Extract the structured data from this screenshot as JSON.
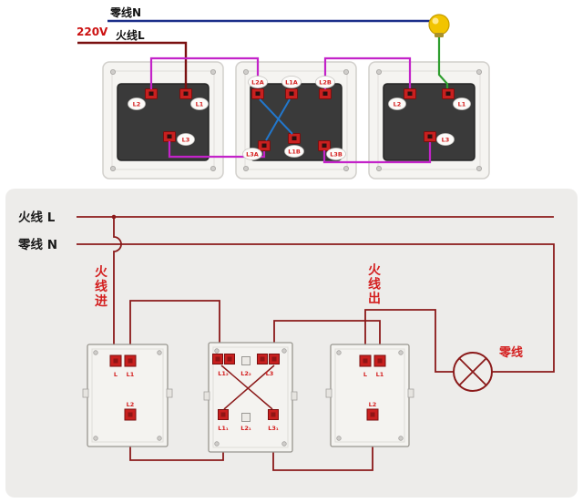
{
  "top_diagram": {
    "neutral_label": "零线N",
    "voltage_label": "220V",
    "live_label": "火线L",
    "switch1": {
      "l2": "L2",
      "l1": "L1",
      "l3": "L3"
    },
    "switch2": {
      "l2a": "L2A",
      "l1a": "L1A",
      "l2b": "L2B",
      "l3a": "L3A",
      "l1b": "L1B",
      "l3b": "L3B"
    },
    "switch3": {
      "l2": "L2",
      "l1": "L1",
      "l3": "L3"
    }
  },
  "bottom_diagram": {
    "live_bus_label": "火线 L",
    "neutral_bus_label": "零线 N",
    "live_in_label": "火线进",
    "live_out_label": "火线出",
    "lamp_wire_label": "零线",
    "switch_left": {
      "l": "L",
      "l1": "L1",
      "l2": "L2"
    },
    "switch_mid": {
      "top1": "L1₂",
      "top2": "L2₂",
      "top3": "L3",
      "bot1": "L1₁",
      "bot2": "L2₁",
      "bot3": "L3₁"
    },
    "switch_right": {
      "l": "L",
      "l1": "L1",
      "l2": "L2"
    }
  },
  "colors": {
    "neutral_wire_blue": "#1c2f8a",
    "live_wire_dark_red": "#7a1010",
    "traveler_wire_magenta": "#c323c9",
    "crossover_wire_blue": "#2277cc",
    "bulb_wire_green": "#2f9e2f",
    "schematic_wire": "#8b1a1a",
    "terminal_red": "#c9201f",
    "label_red": "#d42020",
    "bulb_yellow": "#f2c400",
    "panel_gray": "#edecea"
  }
}
